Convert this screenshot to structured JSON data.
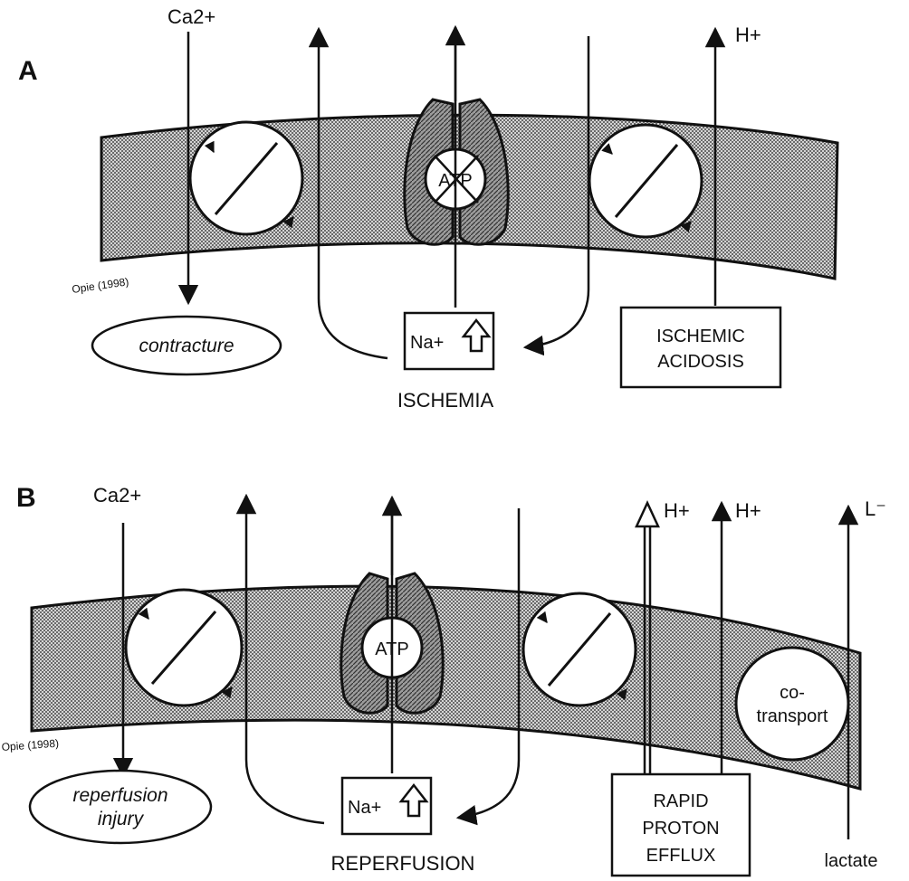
{
  "panel_a": {
    "letter": "A",
    "ca_label": "Ca2+",
    "h_label": "H+",
    "atp_label": "ATP",
    "na_label": "Na+",
    "outcome_label": "contracture",
    "acidosis_line1": "ISCHEMIC",
    "acidosis_line2": "ACIDOSIS",
    "caption": "ISCHEMIA",
    "credit": "Opie (1998)"
  },
  "panel_b": {
    "letter": "B",
    "ca_label": "Ca2+",
    "h_label_1": "H+",
    "h_label_2": "H+",
    "lactate_ion": "L⁻",
    "atp_label": "ATP",
    "na_label": "Na+",
    "outcome_line1": "reperfusion",
    "outcome_line2": "injury",
    "efflux_line1": "RAPID",
    "efflux_line2": "PROTON",
    "efflux_line3": "EFFLUX",
    "cotransport_line1": "co-",
    "cotransport_line2": "transport",
    "lactate_label": "lactate",
    "caption": "REPERFUSION",
    "credit": "Opie (1998)"
  },
  "colors": {
    "membrane_fill": "#9a9a9a",
    "channel_fill": "#6e6e6e",
    "ink": "#111111"
  }
}
